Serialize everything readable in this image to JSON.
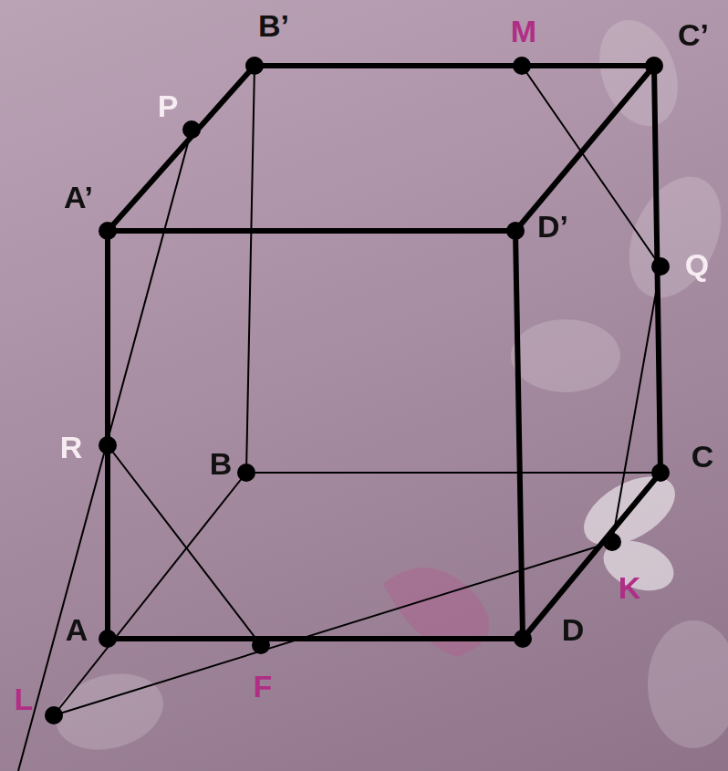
{
  "diagram": {
    "labels": [
      "B’",
      "M",
      "C’",
      "P",
      "A’",
      "D’",
      "Q",
      "R",
      "B",
      "C",
      "K",
      "A",
      "D",
      "F",
      "L"
    ]
  }
}
